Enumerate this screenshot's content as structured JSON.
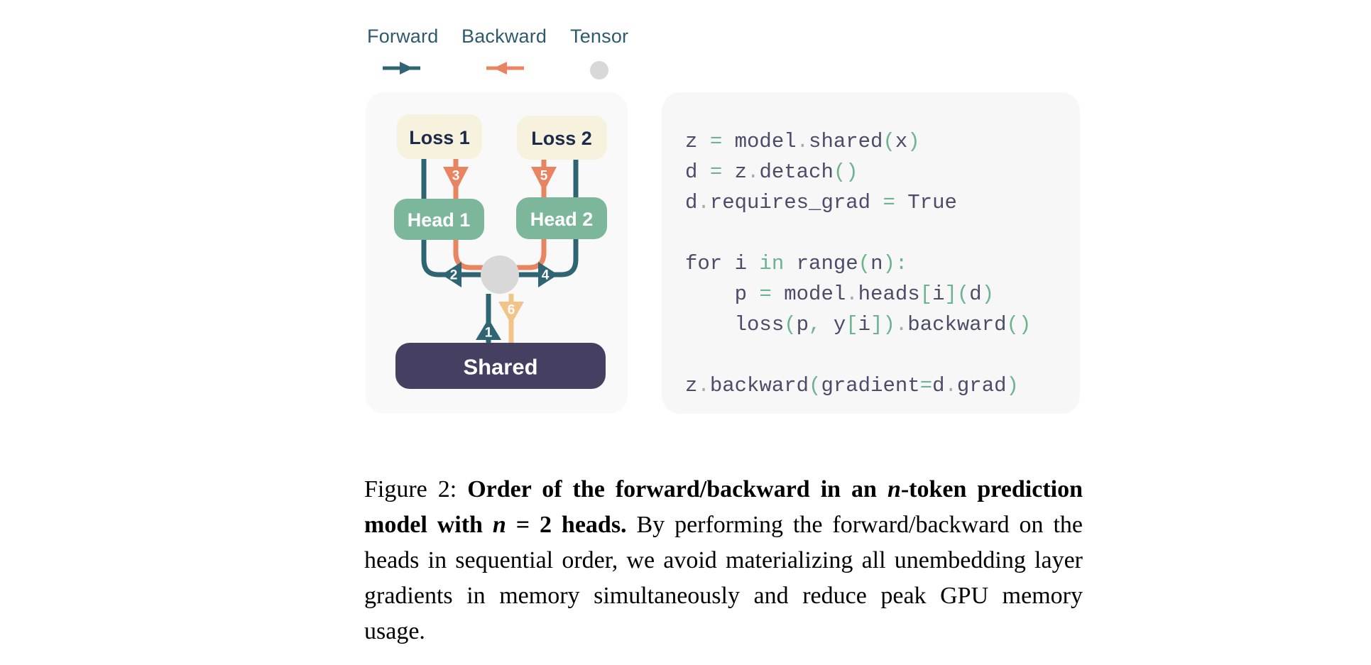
{
  "legend": {
    "items": [
      {
        "label": "Forward",
        "icon": "forward-arrow-icon"
      },
      {
        "label": "Backward",
        "icon": "backward-arrow-icon"
      },
      {
        "label": "Tensor",
        "icon": "tensor-circle-icon"
      }
    ]
  },
  "diagram": {
    "nodes": {
      "loss1": "Loss 1",
      "loss2": "Loss 2",
      "head1": "Head 1",
      "head2": "Head 2",
      "shared": "Shared"
    },
    "steps": [
      "1",
      "2",
      "3",
      "4",
      "5",
      "6"
    ],
    "colors": {
      "forward": "#2f6573",
      "backward": "#e8845f",
      "backward_shared": "#f2c489",
      "tensor": "#d8d8d8",
      "loss_bg": "#f6f2dd",
      "loss_text": "#1c2b4a",
      "head_bg": "#7db79b",
      "shared_bg": "#454061",
      "node_text_light": "#ffffff",
      "legend_text": "#2e5a6e",
      "panel_bg": "#f9f9f9",
      "code_panel_bg": "#f7f7f8",
      "code_text": "#4c4c68",
      "code_accent": "#6db392"
    }
  },
  "code": {
    "lines": [
      "z = model.shared(x)",
      "d = z.detach()",
      "d.requires_grad = True",
      "",
      "for i in range(n):",
      "    p = model.heads[i](d)",
      "    loss(p, y[i]).backward()",
      "",
      "z.backward(gradient=d.grad)"
    ]
  },
  "caption": {
    "segments": [
      {
        "text": "Figure 2: ",
        "kind": "plain"
      },
      {
        "text": "Order of the forward/backward in an ",
        "kind": "bold"
      },
      {
        "text": "n",
        "kind": "mathbold"
      },
      {
        "text": "-token prediction model with ",
        "kind": "bold"
      },
      {
        "text": "n",
        "kind": "mathbold"
      },
      {
        "text": " = 2 heads.",
        "kind": "bold"
      },
      {
        "text": " By performing the forward/backward on the heads in sequential order, we avoid materializing all unembedding layer gradients in memory simultaneously and reduce peak GPU memory usage.",
        "kind": "plain"
      }
    ]
  }
}
